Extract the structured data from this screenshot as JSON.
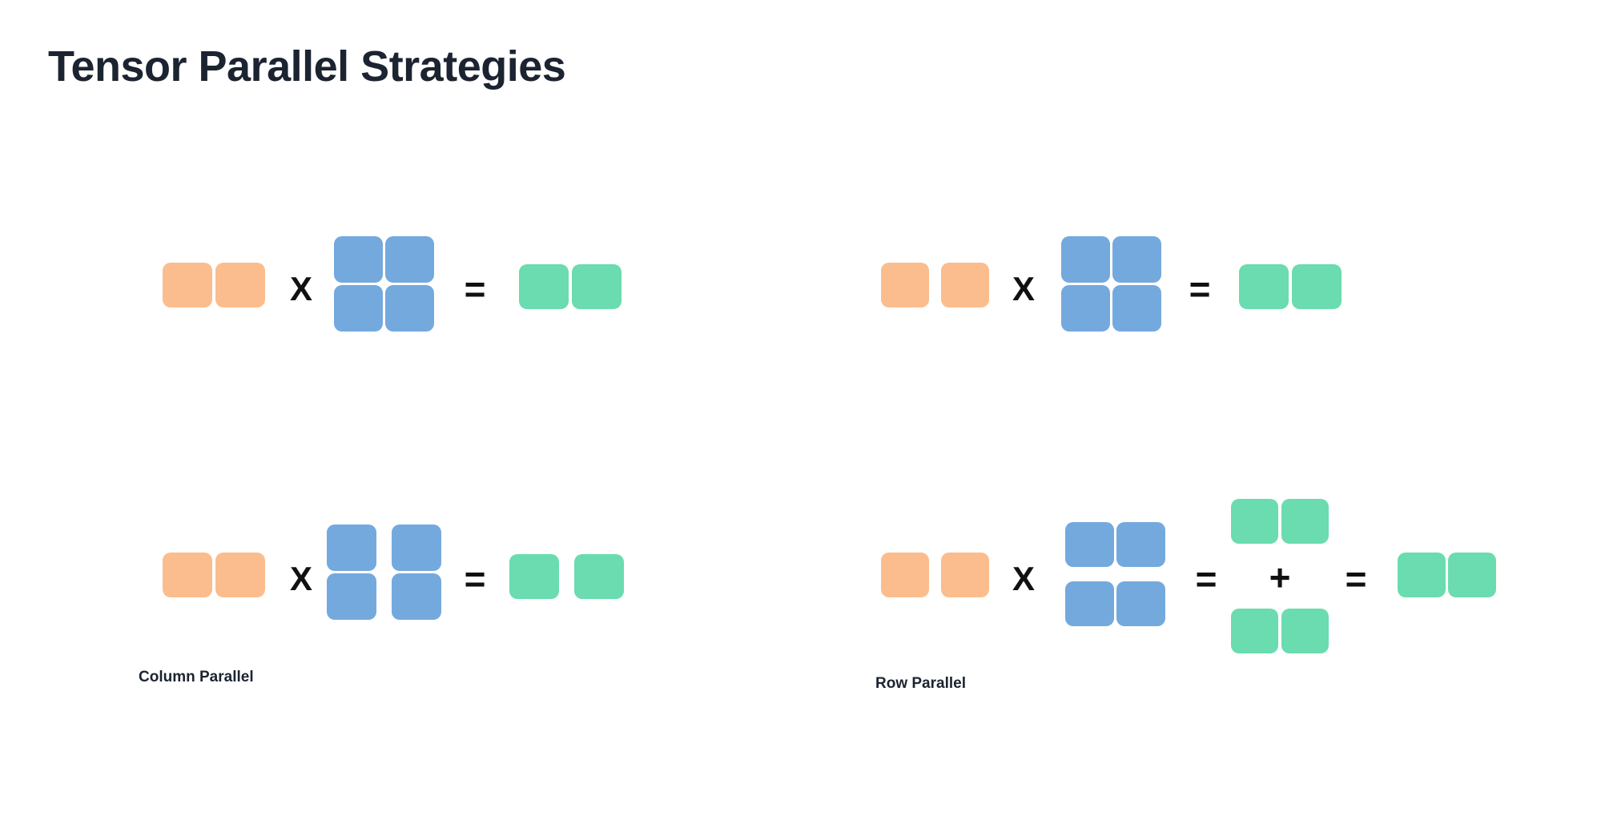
{
  "page": {
    "title": "Tensor Parallel Strategies",
    "background": "#ffffff"
  },
  "colors": {
    "input_orange": "#FBBD8D",
    "weight_blue": "#74A9DE",
    "output_green": "#6ADCAF",
    "text_dark": "#1b2430",
    "operator_black": "#111111"
  },
  "operators": {
    "multiply": "X",
    "equals": "=",
    "plus": "+"
  },
  "sections": [
    {
      "id": "column-parallel",
      "caption": "Column Parallel",
      "rows": [
        {
          "id": "column-parallel-unsharded",
          "description": "Unsharded matmul: input row times full weight matrix equals output row",
          "input": {
            "rows": 1,
            "cols": 2,
            "color": "orange",
            "split": "none"
          },
          "weight": {
            "rows": 2,
            "cols": 2,
            "color": "blue",
            "split": "none"
          },
          "output": {
            "rows": 1,
            "cols": 2,
            "color": "green",
            "split": "none"
          }
        },
        {
          "id": "column-parallel-sharded",
          "description": "Weight matrix sharded by columns; output sharded by columns",
          "input": {
            "rows": 1,
            "cols": 2,
            "color": "orange",
            "split": "none"
          },
          "weight": {
            "rows": 2,
            "cols": 2,
            "color": "blue",
            "split": "column"
          },
          "output": {
            "rows": 1,
            "cols": 2,
            "color": "green",
            "split": "column"
          }
        }
      ]
    },
    {
      "id": "row-parallel",
      "caption": "Row Parallel",
      "rows": [
        {
          "id": "row-parallel-unsharded",
          "description": "Unsharded matmul: input row times full weight matrix equals output row",
          "input": {
            "rows": 1,
            "cols": 2,
            "color": "orange",
            "split": "none"
          },
          "weight": {
            "rows": 2,
            "cols": 2,
            "color": "blue",
            "split": "none"
          },
          "output": {
            "rows": 1,
            "cols": 2,
            "color": "green",
            "split": "none"
          }
        },
        {
          "id": "row-parallel-sharded",
          "description": "Weight matrix sharded by rows; partial outputs summed to give final output",
          "input": {
            "rows": 1,
            "cols": 2,
            "color": "orange",
            "split": "none"
          },
          "weight": {
            "rows": 2,
            "cols": 2,
            "color": "blue",
            "split": "row"
          },
          "partial_top": {
            "rows": 1,
            "cols": 2,
            "color": "green"
          },
          "partial_bottom": {
            "rows": 1,
            "cols": 2,
            "color": "green"
          },
          "output": {
            "rows": 1,
            "cols": 2,
            "color": "green",
            "split": "none"
          }
        }
      ]
    }
  ]
}
